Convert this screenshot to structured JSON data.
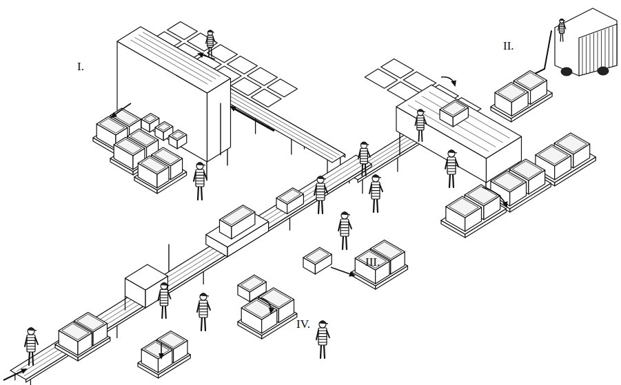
{
  "diagram": {
    "labels": [
      "I.",
      "II.",
      "III.",
      "IV."
    ]
  }
}
